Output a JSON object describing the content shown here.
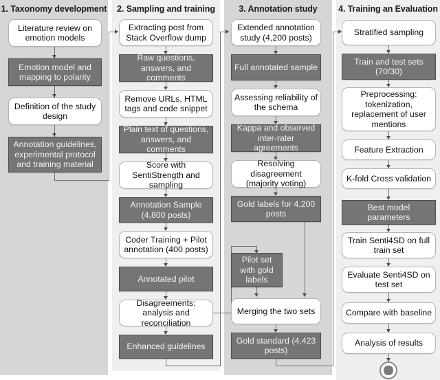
{
  "figure": {
    "type": "flowchart",
    "title": "Senti4SD study design flowchart",
    "colors": {
      "panel_dark": "#d6d6d6",
      "panel_light": "#efefef",
      "node_gray_fill": "#757575",
      "node_gray_text": "#f2f2f2",
      "node_white_fill": "#ffffff",
      "node_white_text": "#111111",
      "connector": "#6e6e6e"
    }
  },
  "panels": [
    {
      "id": "panel1",
      "title": "1. Taxonomy development",
      "shade": "dark",
      "nodes": [
        {
          "id": "p1n1",
          "label": "Literature review on emotion models",
          "style": "white"
        },
        {
          "id": "p1n2",
          "label": "Emotion model and mapping to polarity",
          "style": "gray"
        },
        {
          "id": "p1n3",
          "label": "Definition of the study design",
          "style": "white"
        },
        {
          "id": "p1n4",
          "label": "Annotation guidelines, experimental protocol and training material",
          "style": "gray"
        }
      ]
    },
    {
      "id": "panel2",
      "title": "2. Sampling and training",
      "shade": "light",
      "nodes": [
        {
          "id": "p2n1",
          "label": "Extracting post from Stack Overflow dump",
          "style": "white"
        },
        {
          "id": "p2n2",
          "label": "Raw questions, answers, and comments",
          "style": "gray"
        },
        {
          "id": "p2n3",
          "label": "Remove URLs, HTML tags and code snippet",
          "style": "white"
        },
        {
          "id": "p2n4",
          "label": "Plain text of questions, answers, and comments",
          "style": "gray"
        },
        {
          "id": "p2n5",
          "label": "Score with SentiStrength and sampling",
          "style": "white"
        },
        {
          "id": "p2n6",
          "label": "Annotation Sample (4,800 posts)",
          "style": "gray"
        },
        {
          "id": "p2n7",
          "label": "Coder Training + Pilot annotation (400 posts)",
          "style": "white"
        },
        {
          "id": "p2n8",
          "label": "Annotated pilot",
          "style": "gray"
        },
        {
          "id": "p2n9",
          "label": "Disagreements: analysis and reconciliation",
          "style": "white"
        },
        {
          "id": "p2n10",
          "label": "Enhanced guidelines",
          "style": "gray"
        }
      ]
    },
    {
      "id": "panel3",
      "title": "3. Annotation study",
      "shade": "dark",
      "nodes": [
        {
          "id": "p3n1",
          "label": "Extended annotation study (4,200 posts)",
          "style": "white"
        },
        {
          "id": "p3n2",
          "label": "Full annotated sample",
          "style": "gray"
        },
        {
          "id": "p3n3",
          "label": "Assessing reliability of the schema",
          "style": "white"
        },
        {
          "id": "p3n4",
          "label": "Kappa and observed inter-rater agreements",
          "style": "gray"
        },
        {
          "id": "p3n5",
          "label": "Resolving disagreement (majority voting)",
          "style": "white"
        },
        {
          "id": "p3n6",
          "label": "Gold labels for 4,200 posts",
          "style": "gray"
        },
        {
          "id": "p3n7",
          "label": "Pilot set with gold labels",
          "style": "gray"
        },
        {
          "id": "p3n8",
          "label": "Merging the two sets",
          "style": "white"
        },
        {
          "id": "p3n9",
          "label": "Gold standard (4,423 posts)",
          "style": "gray"
        }
      ]
    },
    {
      "id": "panel4",
      "title": "4. Training an Evaluation",
      "shade": "light",
      "nodes": [
        {
          "id": "p4n1",
          "label": "Stratified sampling",
          "style": "white"
        },
        {
          "id": "p4n2",
          "label": "Train and test sets (70/30)",
          "style": "gray"
        },
        {
          "id": "p4n3",
          "label": "Preprocessing: tokenization, replacement of user mentions",
          "style": "white"
        },
        {
          "id": "p4n4",
          "label": "Feature Extraction",
          "style": "white"
        },
        {
          "id": "p4n5",
          "label": "K-fold Cross validation",
          "style": "white"
        },
        {
          "id": "p4n6",
          "label": "Best model parameters",
          "style": "gray"
        },
        {
          "id": "p4n7",
          "label": "Train Senti4SD on full train set",
          "style": "white"
        },
        {
          "id": "p4n8",
          "label": "Evaluate Senti4SD on test set",
          "style": "white"
        },
        {
          "id": "p4n9",
          "label": "Compare with baseline",
          "style": "white"
        },
        {
          "id": "p4n10",
          "label": "Analysis of results",
          "style": "white"
        },
        {
          "id": "p4end",
          "label": "",
          "style": "end-node"
        }
      ]
    }
  ]
}
